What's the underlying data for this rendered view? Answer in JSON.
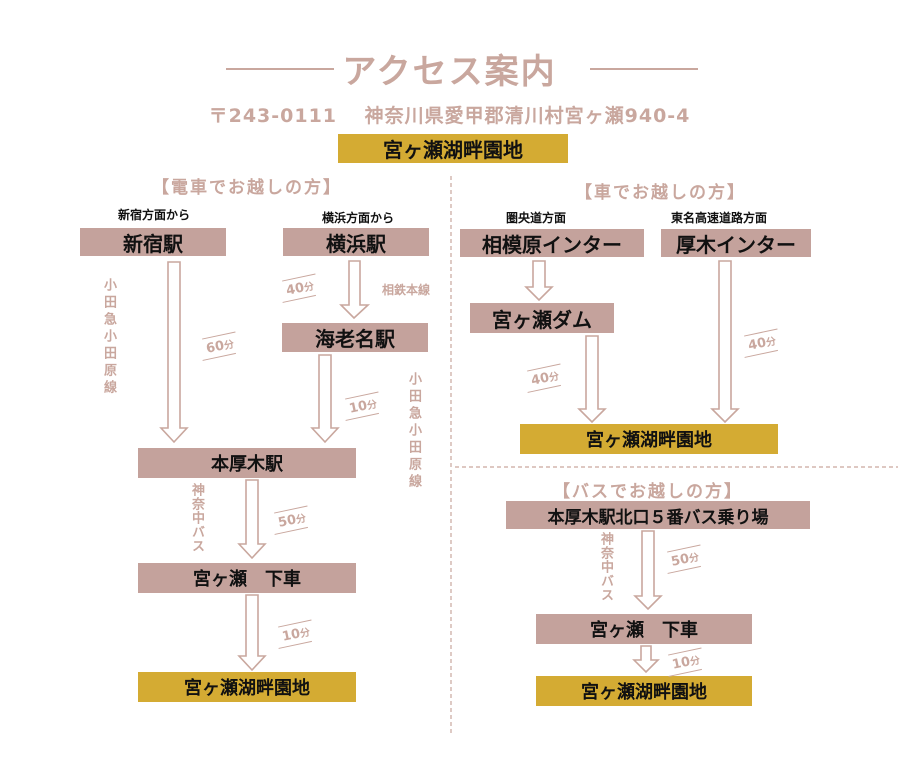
{
  "title": "アクセス案内",
  "address": "〒243-0111　 神奈川県愛甲郡清川村宮ヶ瀬940-4",
  "destination_badge": "宮ヶ瀬湖畔園地",
  "train": {
    "heading": "【電車でお越しの方】",
    "from_shinjuku": "新宿方面から",
    "from_yokohama": "横浜方面から",
    "shinjuku": "新宿駅",
    "yokohama": "横浜駅",
    "ebina": "海老名駅",
    "honatsugi": "本厚木駅",
    "miyagase_stop": "宮ヶ瀬　下車",
    "destination": "宮ヶ瀬湖畔園地",
    "odakyu_line_1": "小田急小田原線",
    "odakyu_line_2": "小田急小田原線",
    "sotetsu_line": "相鉄本線",
    "bus_line": "神奈中バス",
    "time_shinjuku": "60",
    "time_yokohama": "40",
    "time_ebina": "10",
    "time_bus": "50",
    "time_walk": "10",
    "unit": "分"
  },
  "car": {
    "heading": "【車でお越しの方】",
    "from_ken": "圏央道方面",
    "from_tomei": "東名高速道路方面",
    "sagamihara": "相模原インター",
    "atsugi": "厚木インター",
    "dam": "宮ヶ瀬ダム",
    "destination": "宮ヶ瀬湖畔園地",
    "time_dam": "40",
    "time_atsugi": "40",
    "unit": "分"
  },
  "bus": {
    "heading": "【バスでお越しの方】",
    "stop_honatsugi": "本厚木駅北口５番バス乗り場",
    "bus_line": "神奈中バス",
    "miyagase_stop": "宮ヶ瀬　下車",
    "destination": "宮ヶ瀬湖畔園地",
    "time_bus": "50",
    "time_walk": "10",
    "unit": "分"
  },
  "colors": {
    "rose": "#c4a29c",
    "gold": "#d4ab33",
    "accent_text": "#c9a79e",
    "arrow_stroke": "#c9a79e"
  }
}
